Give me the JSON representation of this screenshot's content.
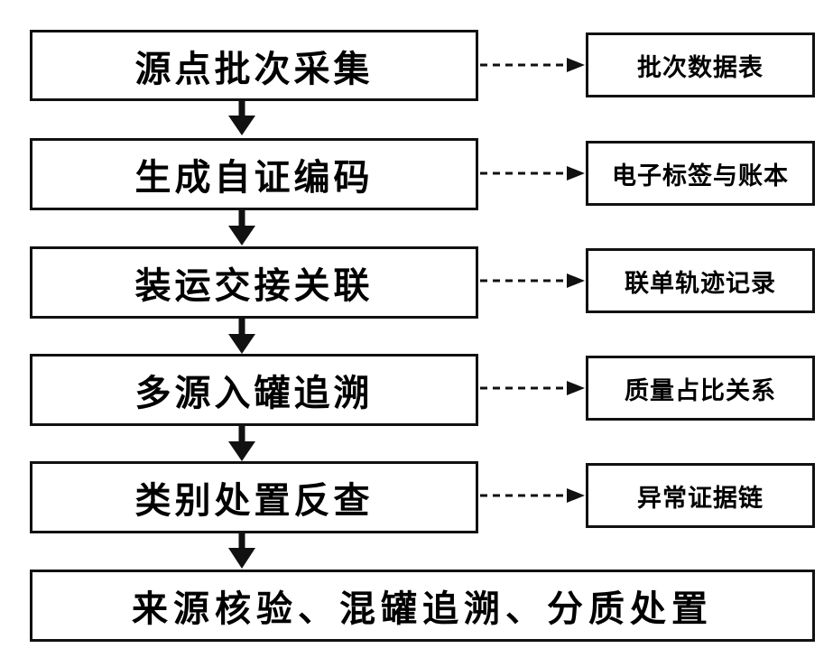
{
  "steps": [
    {
      "label": "源点批次采集",
      "output": "批次数据表"
    },
    {
      "label": "生成自证编码",
      "output": "电子标签与账本"
    },
    {
      "label": "装运交接关联",
      "output": "联单轨迹记录"
    },
    {
      "label": "多源入罐追溯",
      "output": "质量占比关系"
    },
    {
      "label": "类别处置反查",
      "output": "异常证据链"
    }
  ],
  "final": {
    "label": "来源核验、混罐追溯、分质处置"
  },
  "colors": {
    "stroke": "#111111",
    "background": "#ffffff"
  }
}
